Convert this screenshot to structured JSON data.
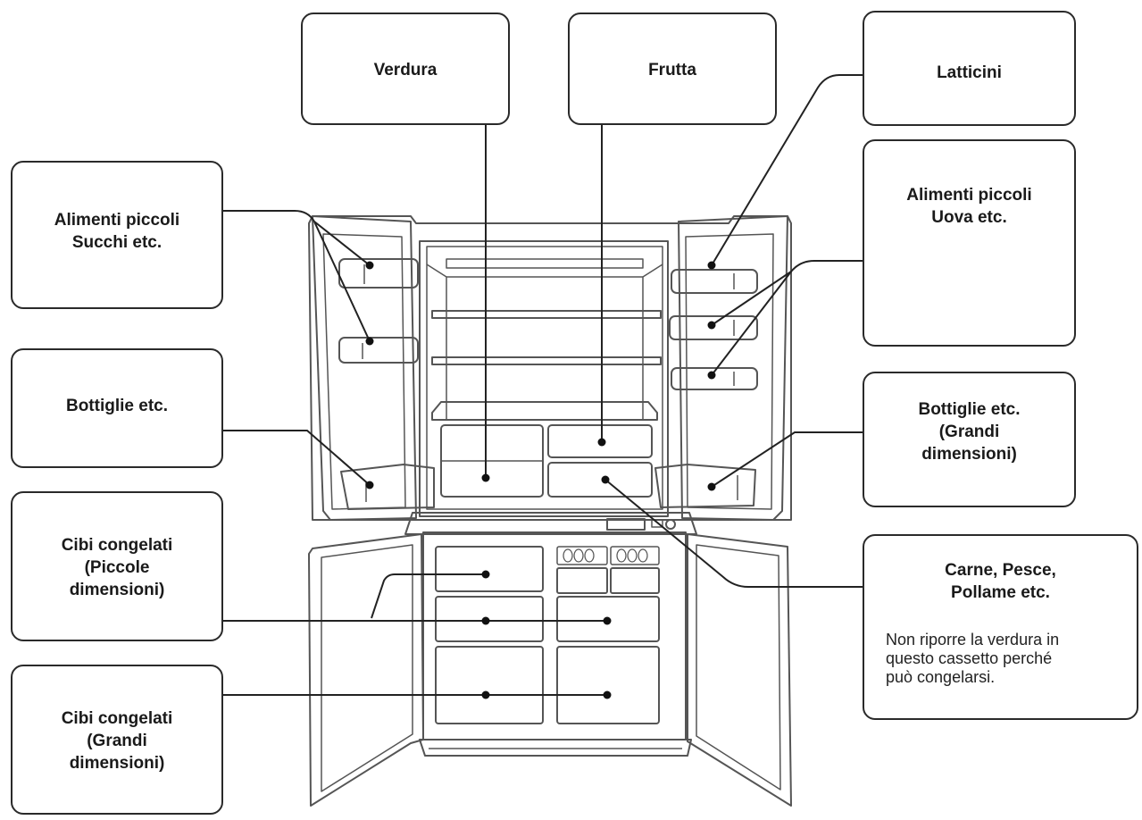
{
  "diagram": {
    "labels": {
      "verdura": {
        "lines": [
          "Verdura"
        ]
      },
      "frutta": {
        "lines": [
          "Frutta"
        ]
      },
      "latticini": {
        "lines": [
          "Latticini"
        ]
      },
      "succhi": {
        "lines": [
          "Alimenti piccoli",
          "Succhi etc."
        ]
      },
      "uova": {
        "lines": [
          "Alimenti piccoli",
          "Uova etc."
        ]
      },
      "bottiglie": {
        "lines": [
          "Bottiglie etc."
        ]
      },
      "bottiglie_grandi": {
        "lines": [
          "Bottiglie etc.",
          "(Grandi",
          "dimensioni)"
        ]
      },
      "congelati_piccoli": {
        "lines": [
          "Cibi congelati",
          "(Piccole",
          "dimensioni)"
        ]
      },
      "congelati_grandi": {
        "lines": [
          "Cibi congelati",
          "(Grandi",
          "dimensioni)"
        ]
      },
      "carne": {
        "lines": [
          "Carne, Pesce,",
          "Pollame etc."
        ],
        "note": [
          "Non riporre la verdura in",
          "questo cassetto perché",
          "può congelarsi."
        ]
      }
    },
    "colors": {
      "outline": "#2a2a2a",
      "fridge": "#555555",
      "fill": "#ffffff"
    }
  }
}
